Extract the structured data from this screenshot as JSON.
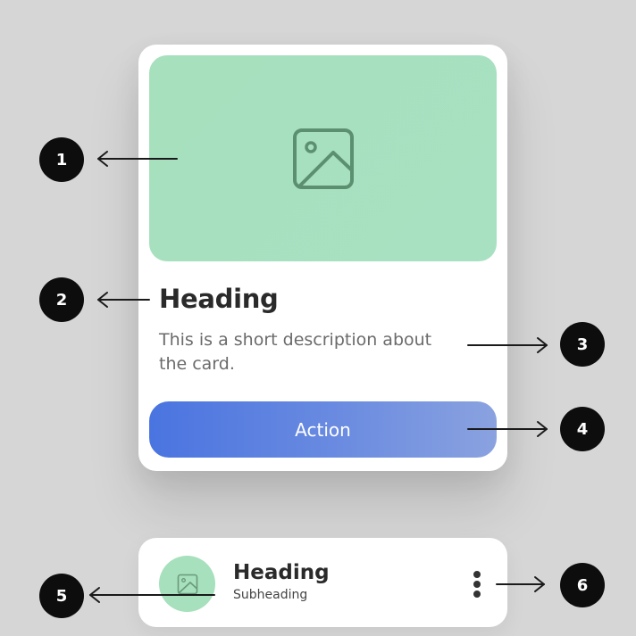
{
  "card": {
    "image_icon": "image-placeholder-icon",
    "heading": "Heading",
    "description": "This is a short description about the card.",
    "action_label": "Action"
  },
  "list_item": {
    "avatar_icon": "image-placeholder-icon",
    "heading": "Heading",
    "subheading": "Subheading",
    "menu_icon": "more-vertical-icon"
  },
  "annotations": [
    {
      "number": "1",
      "target": "card image"
    },
    {
      "number": "2",
      "target": "card heading"
    },
    {
      "number": "3",
      "target": "card description"
    },
    {
      "number": "4",
      "target": "action button"
    },
    {
      "number": "5",
      "target": "list item avatar / subheading"
    },
    {
      "number": "6",
      "target": "list item menu"
    }
  ],
  "colors": {
    "background": "#d6d6d6",
    "card": "#ffffff",
    "image_green": "#a6e0bc",
    "button_start": "#4a74e0",
    "button_end": "#8aa2df",
    "badge": "#0d0d0d",
    "heading_text": "#2a2a2a",
    "body_text": "#6b6b6b"
  }
}
